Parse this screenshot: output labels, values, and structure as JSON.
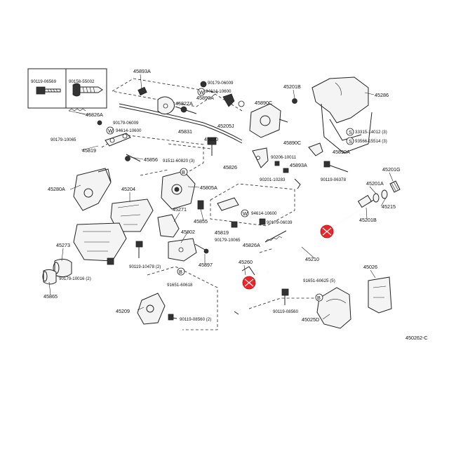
{
  "diagram_id": "450262-C",
  "inset_labels": [
    "90119-06569",
    "90158-55002"
  ],
  "part_labels": [
    "45893A",
    "90179-06009",
    "94614-10600",
    "45890A",
    "45827A",
    "45890C",
    "45201B",
    "45286",
    "45826A",
    "90179-06009",
    "94614-10600",
    "45831",
    "45205J",
    "33315-14012 (3)",
    "93566-15514 (3)",
    "90179-10065",
    "45819",
    "45856",
    "45820",
    "45890C",
    "45890A",
    "91511-60820 (3)",
    "90206-10011",
    "45826",
    "45893A",
    "90201-10283",
    "90119-06378",
    "45201G",
    "45280A",
    "45204",
    "45805A",
    "45201A",
    "45215",
    "45271",
    "45855",
    "94614-10600",
    "45819",
    "90179-06039",
    "45201B",
    "90179-10065",
    "45826A",
    "45273",
    "45802",
    "90119-10478 (2)",
    "45897",
    "45210",
    "90179-10016 (2)",
    "45260",
    "45026",
    "91651-60618",
    "91651-60625 (5)",
    "45865",
    "90119-08560",
    "45209",
    "90119-08560 (2)",
    "45025D"
  ],
  "symbol_letters": [
    "W",
    "S",
    "B"
  ],
  "highlight_color": "#e8262b"
}
